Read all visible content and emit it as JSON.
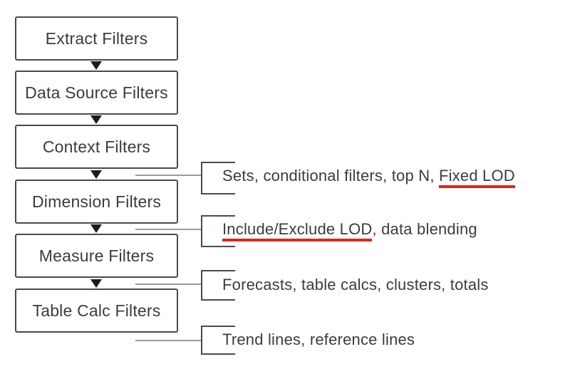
{
  "diagram_type": "flowchart",
  "flow": {
    "boxes": [
      {
        "label": "Extract Filters"
      },
      {
        "label": "Data Source Filters"
      },
      {
        "label": "Context Filters"
      },
      {
        "label": "Dimension Filters"
      },
      {
        "label": "Measure Filters"
      },
      {
        "label": "Table Calc Filters"
      }
    ],
    "arrow_icon": "down-arrow"
  },
  "annotations": [
    {
      "segments": [
        {
          "text": "Sets, conditional filters, top N, ",
          "underline": false
        },
        {
          "text": "Fixed LOD",
          "underline": true
        }
      ]
    },
    {
      "segments": [
        {
          "text": "Include/Exclude LOD",
          "underline": true
        },
        {
          "text": ", data blending",
          "underline": false
        }
      ]
    },
    {
      "segments": [
        {
          "text": "Forecasts, table calcs, clusters, totals",
          "underline": false
        }
      ]
    },
    {
      "segments": [
        {
          "text": "Trend lines, reference lines",
          "underline": false
        }
      ]
    }
  ],
  "colors": {
    "background": "#ffffff",
    "box_border": "#4a4a4a",
    "text": "#3c3c3c",
    "arrow": "#1c1c1c",
    "connector_line": "#9b9b9b",
    "bracket": "#4a4a4a",
    "underline": "#e0241b"
  }
}
